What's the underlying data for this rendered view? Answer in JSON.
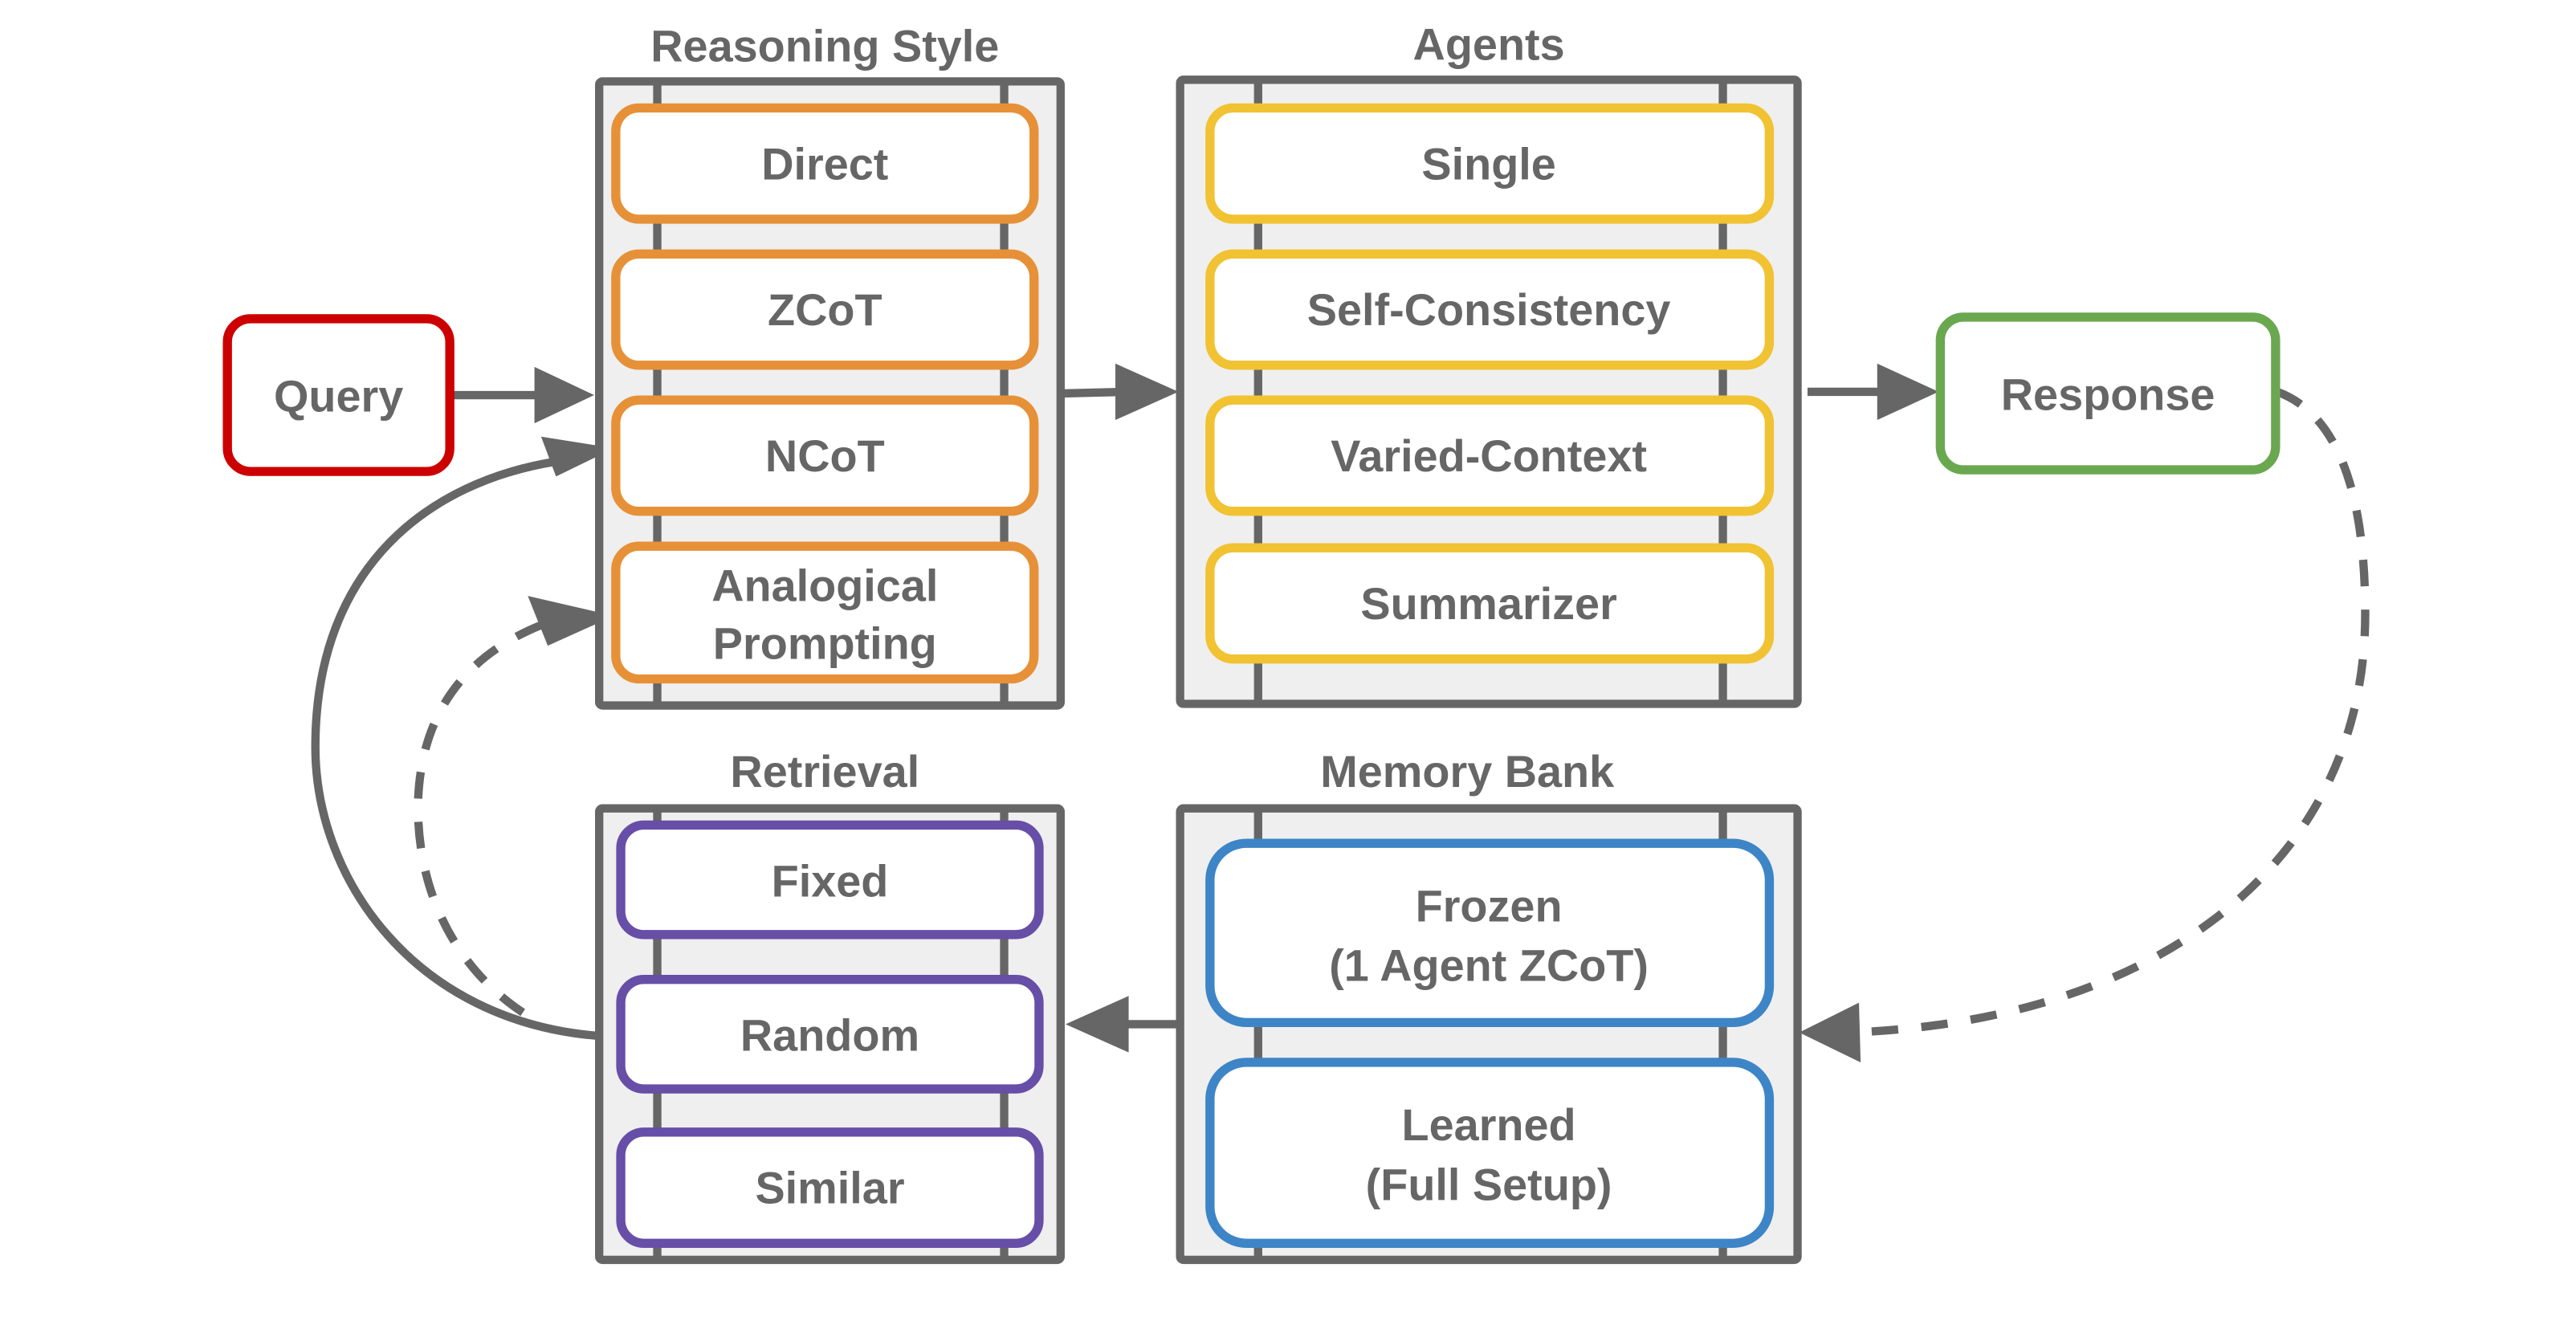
{
  "diagram": {
    "colors": {
      "query": "#cc0000",
      "reasoning": "#e69138",
      "agents": "#f1c232",
      "response": "#6aa84f",
      "retrieval": "#674ea7",
      "memory": "#3d85c6",
      "ink": "#666666",
      "container_fill": "#efefef"
    },
    "nodes": {
      "query": {
        "label": "Query"
      },
      "response": {
        "label": "Response"
      }
    },
    "groups": {
      "reasoning_style": {
        "title": "Reasoning Style",
        "items": [
          {
            "lines": [
              "Direct"
            ]
          },
          {
            "lines": [
              "ZCoT"
            ]
          },
          {
            "lines": [
              "NCoT"
            ]
          },
          {
            "lines": [
              "Analogical",
              "Prompting"
            ]
          }
        ]
      },
      "agents": {
        "title": "Agents",
        "items": [
          {
            "lines": [
              "Single"
            ]
          },
          {
            "lines": [
              "Self-Consistency"
            ]
          },
          {
            "lines": [
              "Varied-Context"
            ]
          },
          {
            "lines": [
              "Summarizer"
            ]
          }
        ]
      },
      "retrieval": {
        "title": "Retrieval",
        "items": [
          {
            "lines": [
              "Fixed"
            ]
          },
          {
            "lines": [
              "Random"
            ]
          },
          {
            "lines": [
              "Similar"
            ]
          }
        ]
      },
      "memory_bank": {
        "title": "Memory Bank",
        "items": [
          {
            "lines": [
              "Frozen",
              "(1 Agent ZCoT)"
            ]
          },
          {
            "lines": [
              "Learned",
              "(Full Setup)"
            ]
          }
        ]
      }
    },
    "edges": [
      {
        "from": "Query",
        "to": "Reasoning Style",
        "style": "solid"
      },
      {
        "from": "Reasoning Style",
        "to": "Agents",
        "style": "solid"
      },
      {
        "from": "Agents",
        "to": "Response",
        "style": "solid"
      },
      {
        "from": "Response",
        "to": "Memory Bank",
        "style": "dashed"
      },
      {
        "from": "Memory Bank",
        "to": "Retrieval",
        "style": "solid"
      },
      {
        "from": "Retrieval",
        "to": "NCoT",
        "style": "solid"
      },
      {
        "from": "Retrieval",
        "to": "Analogical Prompting",
        "style": "dashed"
      }
    ]
  }
}
